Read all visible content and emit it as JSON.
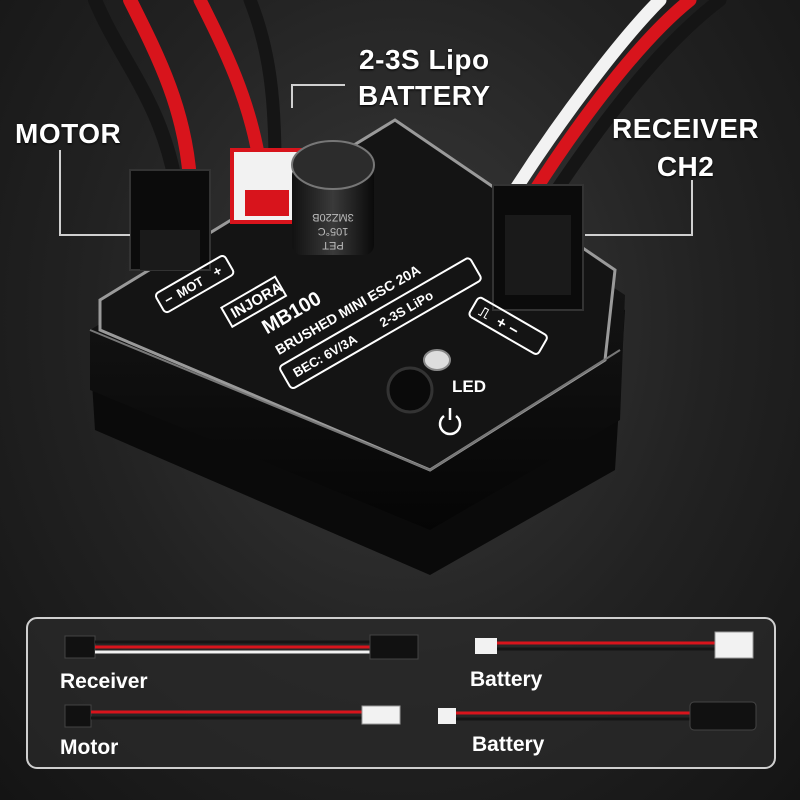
{
  "callouts": {
    "motor": "MOTOR",
    "battery_line1": "2-3S Lipo",
    "battery_line2": "BATTERY",
    "receiver_line1": "RECEIVER",
    "receiver_line2": "CH2"
  },
  "device": {
    "brand": "INJORA",
    "model": "MB100",
    "description": "BRUSHED MINI ESC 20A",
    "bec": "BEC: 6V/3A",
    "lipo": "2-3S LiPo",
    "motor_port": "MOT",
    "led_label": "LED",
    "capacitor_line1": "3MZ20B",
    "capacitor_line2": "105°C",
    "capacitor_line3": "PET",
    "signal_marks": "+ −",
    "motor_marks_minus": "−",
    "motor_marks_plus": "+"
  },
  "cables": {
    "receiver": "Receiver",
    "motor": "Motor",
    "battery_1": "Battery",
    "battery_2": "Battery"
  },
  "colors": {
    "background": "#222222",
    "device_body": "#111111",
    "device_edge": "#9a9a9a",
    "wire_red": "#d8141c",
    "wire_black": "#151515",
    "wire_white": "#f2f2f2"
  }
}
